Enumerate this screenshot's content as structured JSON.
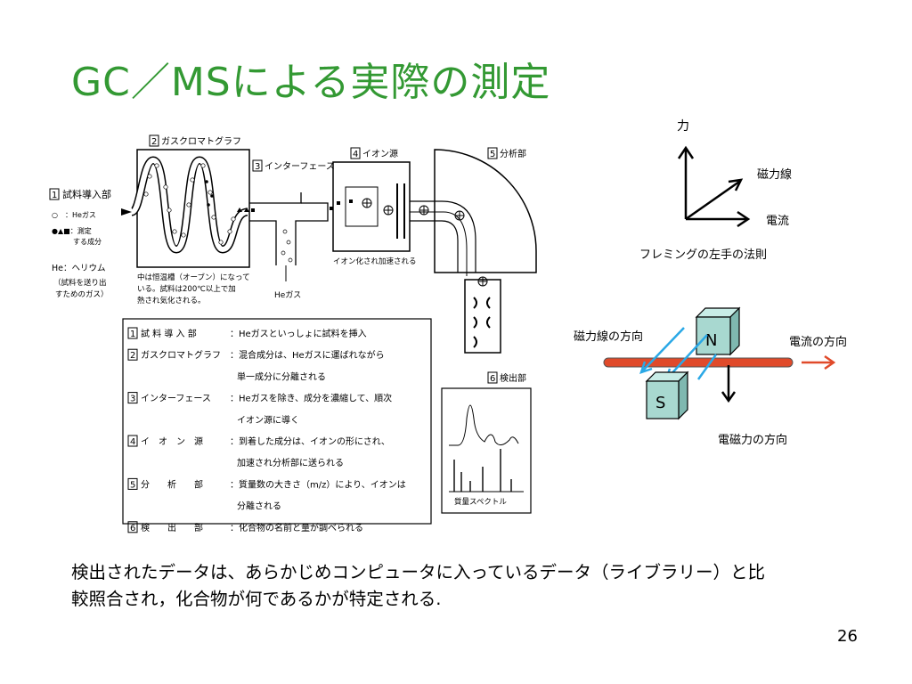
{
  "slide": {
    "title": "GC／MSによる実際の測定",
    "body_line1": "検出されたデータは、あらかじめコンピュータに入っているデータ（ライブラリー）と比",
    "body_line2": "較照合され，化合物が何であるかが特定される.",
    "page_number": "26",
    "title_color": "#339933"
  },
  "gcms": {
    "box1": "1",
    "label1": "試料導入部",
    "legend_he": "○　：Heガス",
    "legend_comp1": "●▲■：測定",
    "legend_comp2": "する成分",
    "he_note1": "He：ヘリウム",
    "he_note2": "（試料を送り出",
    "he_note3": "すためのガス）",
    "box2": "2",
    "label2": "ガスクロマトグラフ",
    "box3": "3",
    "label3": "インターフェース",
    "box4": "4",
    "label4": "イオン源",
    "box5": "5",
    "label5": "分析部",
    "box6": "6",
    "label6": "検出部",
    "oven_note1": "中は恒温槽（オーブン）になって",
    "oven_note2": "いる。試料は200℃以上で加",
    "oven_note3": "熱され気化される。",
    "he_gas": "Heガス",
    "ion_note": "イオン化され加速される",
    "spectrum": "質量スペクトル",
    "table": [
      {
        "num": "1",
        "name": "試 料 導 入 部",
        "desc1": "：Heガスといっしょに試料を挿入",
        "desc2": ""
      },
      {
        "num": "2",
        "name": "ガスクロマトグラフ",
        "desc1": "：混合成分は、Heガスに運ばれながら",
        "desc2": "単一成分に分離される"
      },
      {
        "num": "3",
        "name": "インターフェース",
        "desc1": "：Heガスを除き、成分を濃縮して、順次",
        "desc2": "イオン源に導く"
      },
      {
        "num": "4",
        "name": "イ　オ　ン　源",
        "desc1": "：到着した成分は、イオンの形にされ、",
        "desc2": "加速され分析部に送られる"
      },
      {
        "num": "5",
        "name": "分　　析　　部",
        "desc1": "：質量数の大きさ（m/z）により、イオンは",
        "desc2": "分離される"
      },
      {
        "num": "6",
        "name": "検　　出　　部",
        "desc1": "：化合物の名前と量が調べられる",
        "desc2": ""
      }
    ]
  },
  "fleming": {
    "force": "力",
    "field": "磁力線",
    "current": "電流",
    "caption": "フレミングの左手の法則"
  },
  "magnet": {
    "field_dir": "磁力線の方向",
    "current_dir": "電流の方向",
    "force_dir": "電磁力の方向",
    "north": "N",
    "south": "S",
    "wire_color": "#e04a2a",
    "field_arrow_color": "#2aa8e6",
    "cube_color": "#a8d8d0"
  }
}
